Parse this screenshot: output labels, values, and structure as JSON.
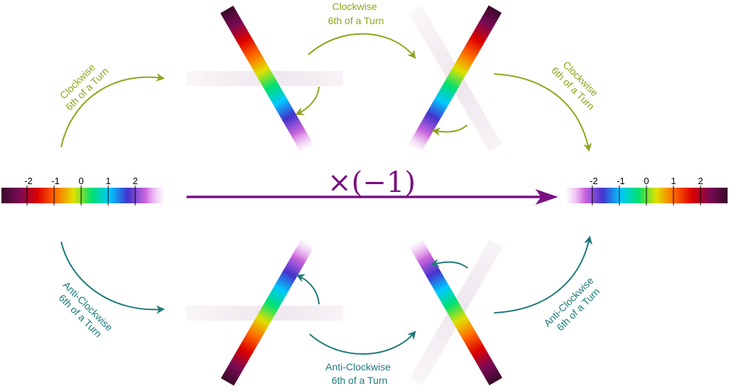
{
  "colors": {
    "clockwise": "#8fa51e",
    "anticlockwise": "#1f7b7b",
    "operation": "#7a1080",
    "tick": "#000000"
  },
  "spectrum_colors": [
    "#f0c0f0",
    "#cc66dd",
    "#4433cc",
    "#00c8ff",
    "#00e070",
    "#e0e000",
    "#ff6a00",
    "#dd0000",
    "#7a0a55",
    "#3a0a2a"
  ],
  "number_lines": {
    "original": {
      "ticks": [
        "-2",
        "-1",
        "0",
        "1",
        "2"
      ]
    },
    "negated": {
      "ticks": [
        "-2",
        "-1",
        "0",
        "1",
        "2"
      ]
    }
  },
  "operation": {
    "label": "×(−1)"
  },
  "labels": {
    "clockwise": {
      "line1": "Clockwise",
      "line2": "6th of a Turn"
    },
    "anticlockwise": {
      "line1": "Anti-Clockwise",
      "line2": "6th of a Turn"
    }
  }
}
